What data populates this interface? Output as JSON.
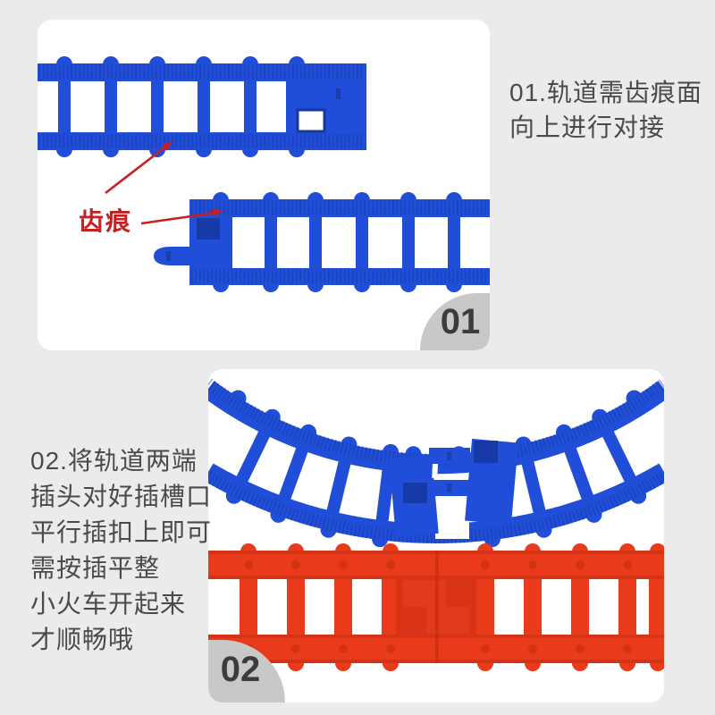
{
  "colors": {
    "background": "#ebebeb",
    "panel": "#ffffff",
    "track_blue": "#204ed8",
    "track_blue_dark": "#15379e",
    "track_red": "#e93a1b",
    "track_red_dark": "#c22c10",
    "annotation_red": "#c72020",
    "badge_bg": "#c8c8c8",
    "badge_text": "#3c3c3c",
    "step_text": "#4a4a4a"
  },
  "step1": {
    "badge_label": "01",
    "instruction": "01.轨道需齿痕面\n向上进行对接",
    "annotation_label": "齿痕"
  },
  "step2": {
    "badge_label": "02",
    "instruction": "02.将轨道两端\n插头对好插槽口\n平行插扣上即可\n需按插平整\n小火车开起来\n才顺畅哦"
  }
}
